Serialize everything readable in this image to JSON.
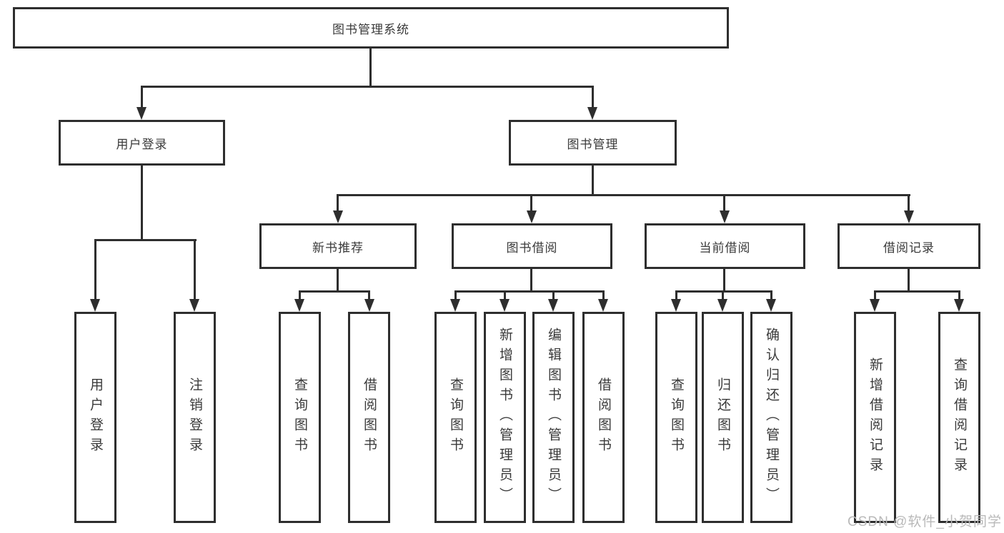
{
  "diagram": {
    "root": "图书管理系统",
    "level2": [
      "用户登录",
      "图书管理"
    ],
    "level3": [
      "新书推荐",
      "图书借阅",
      "当前借阅",
      "借阅记录"
    ],
    "leaves": {
      "user_login": [
        "用户登录",
        "注销登录"
      ],
      "new_book": [
        "查询图书",
        "借阅图书"
      ],
      "book_borrow": [
        "查询图书",
        "新增图书（管理员）",
        "编辑图书（管理员）",
        "借阅图书"
      ],
      "current_borrow": [
        "查询图书",
        "归还图书",
        "确认归还（管理员）"
      ],
      "borrow_record": [
        "新增借阅记录",
        "查询借阅记录"
      ]
    },
    "colors": {
      "line": "#2e2e2e",
      "text": "#3a3a3a",
      "watermark": "#b9b9b9",
      "background": "#ffffff"
    }
  },
  "watermark": "CSDN @软件_小贺同学"
}
